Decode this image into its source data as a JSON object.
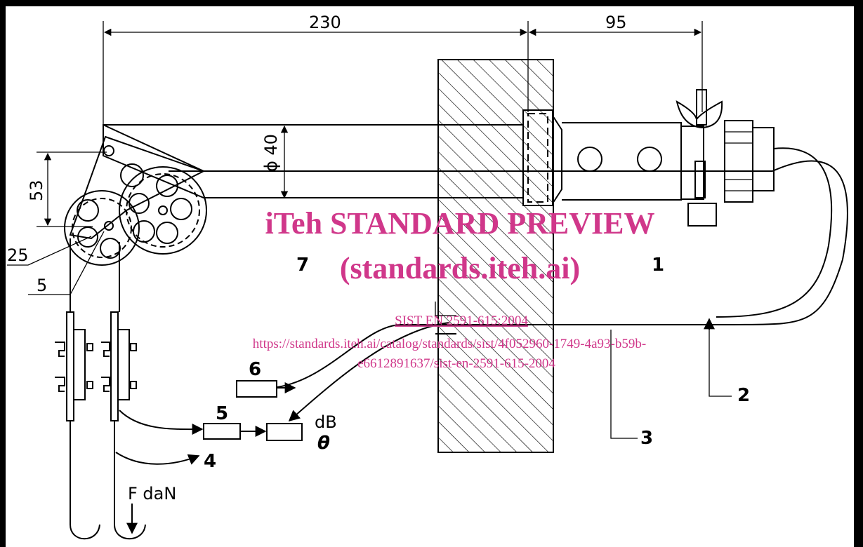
{
  "dimensions": {
    "width_230": "230",
    "width_95": "95",
    "height_53": "53",
    "diameter_40": "ϕ 40",
    "dim_25": "25",
    "dim_5": "5"
  },
  "callouts": {
    "c1": "1",
    "c2": "2",
    "c3": "3",
    "c4": "4",
    "c5": "5",
    "c6": "6",
    "c7": "7"
  },
  "meter": {
    "unit": "dB",
    "symbol": "θ"
  },
  "force": {
    "label": "F daN"
  },
  "watermark": {
    "title": "iTeh STANDARD PREVIEW",
    "subtitle": "(standards.iteh.ai)",
    "standard_code": "SIST EN 2591-615:2004",
    "url_line1": "https://standards.iteh.ai/catalog/standards/sist/4f052960-1749-4a93-b59b-",
    "url_line2": "e6612891637/sist-en-2591-615-2004"
  },
  "colors": {
    "frame": "#000000",
    "watermark": "#d0378a",
    "background": "#ffffff"
  }
}
